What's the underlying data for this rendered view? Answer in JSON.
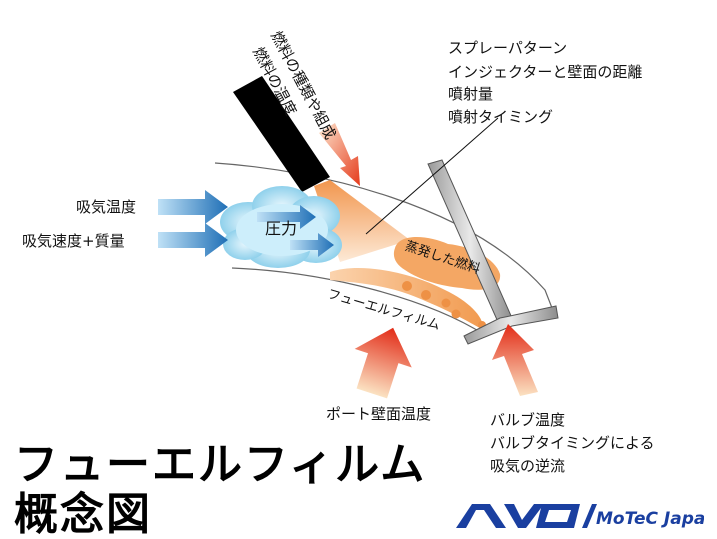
{
  "labels": {
    "spray": [
      "スプレーパターン",
      "インジェクターと壁面の距離",
      "噴射量",
      "噴射タイミング"
    ],
    "fuel_type": [
      "燃料の種類や組成",
      "燃料の温度"
    ],
    "intake_temp": "吸気温度",
    "intake_speed": "吸気速度+質量",
    "pressure": "圧力",
    "evaporated": "蒸発した燃料",
    "fuel_film": "フューエルフィルム",
    "port_wall_temp": "ポート壁面温度",
    "valve": [
      "バルブ温度",
      "バルブタイミングによる",
      "吸気の逆流"
    ]
  },
  "title": [
    "フューエルフィルム",
    "概念図"
  ],
  "logo": {
    "brand": "AVO",
    "sub": "MoTeC Japan",
    "brand_color": "#1a3fa0"
  },
  "colors": {
    "arrow_blue": "#2a7fc4",
    "arrow_red": "#e5331f",
    "arrow_orange": "#f3a25c",
    "cloud": "#8fd0ea"
  }
}
